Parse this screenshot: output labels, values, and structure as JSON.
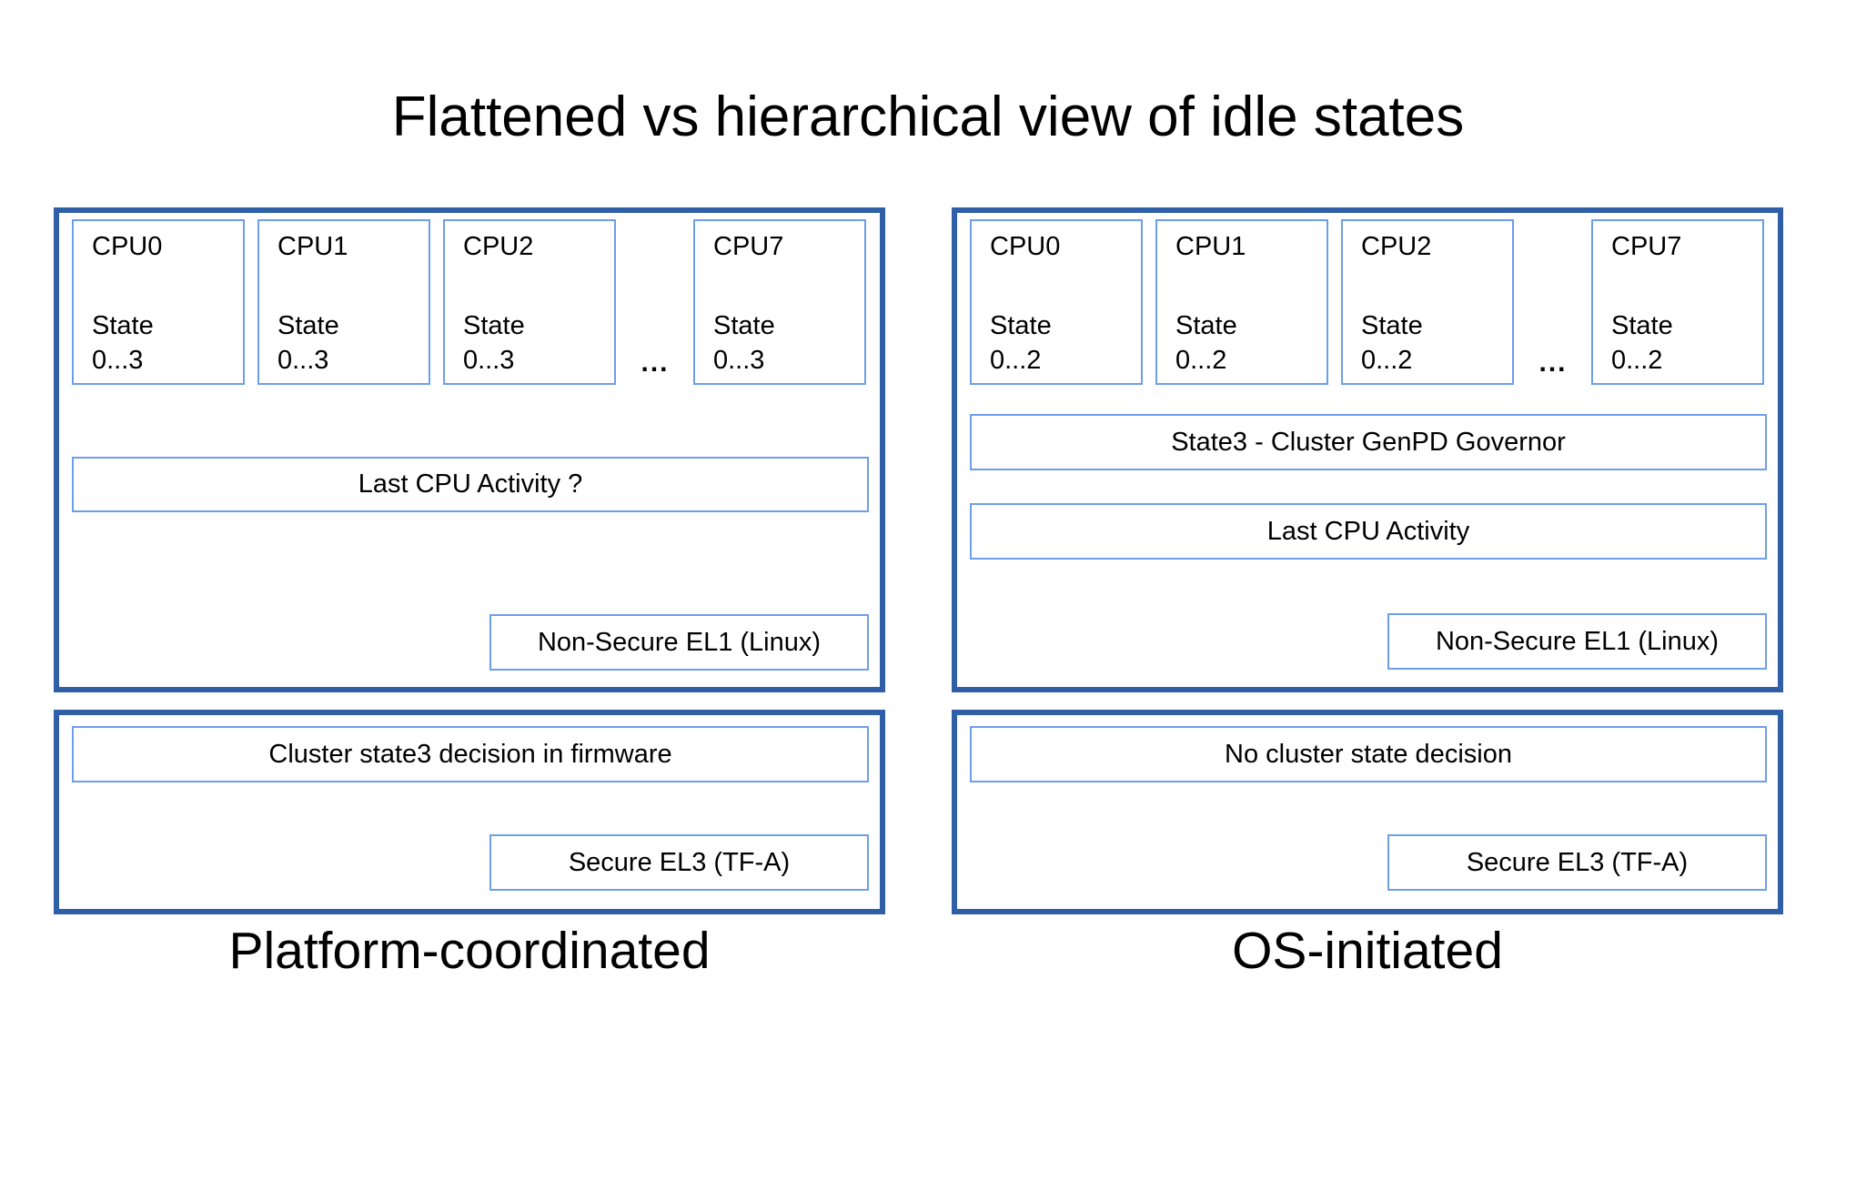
{
  "title": "Flattened vs hierarchical view of idle states",
  "colors": {
    "outer_border": "#2e5fa7",
    "inner_border": "#6d9eeb",
    "background": "#ffffff",
    "text": "#000000"
  },
  "left_panel": {
    "caption": "Platform-coordinated",
    "cpus": [
      {
        "name": "CPU0",
        "state_line1": "State",
        "state_line2": "0...3"
      },
      {
        "name": "CPU1",
        "state_line1": "State",
        "state_line2": "0...3"
      },
      {
        "name": "CPU2",
        "state_line1": "State",
        "state_line2": "0...3"
      },
      {
        "name": "CPU7",
        "state_line1": "State",
        "state_line2": "0...3"
      }
    ],
    "ellipsis": "...",
    "activity_label": "Last CPU Activity ?",
    "el1_label": "Non-Secure EL1 (Linux)",
    "firmware_label": "Cluster state3 decision in firmware",
    "el3_label": "Secure EL3 (TF-A)"
  },
  "right_panel": {
    "caption": "OS-initiated",
    "cpus": [
      {
        "name": "CPU0",
        "state_line1": "State",
        "state_line2": "0...2"
      },
      {
        "name": "CPU1",
        "state_line1": "State",
        "state_line2": "0...2"
      },
      {
        "name": "CPU2",
        "state_line1": "State",
        "state_line2": "0...2"
      },
      {
        "name": "CPU7",
        "state_line1": "State",
        "state_line2": "0...2"
      }
    ],
    "ellipsis": "...",
    "governor_label": "State3 - Cluster GenPD Governor",
    "activity_label": "Last CPU Activity",
    "el1_label": "Non-Secure EL1 (Linux)",
    "decision_label": "No cluster state decision",
    "el3_label": "Secure EL3 (TF-A)"
  }
}
